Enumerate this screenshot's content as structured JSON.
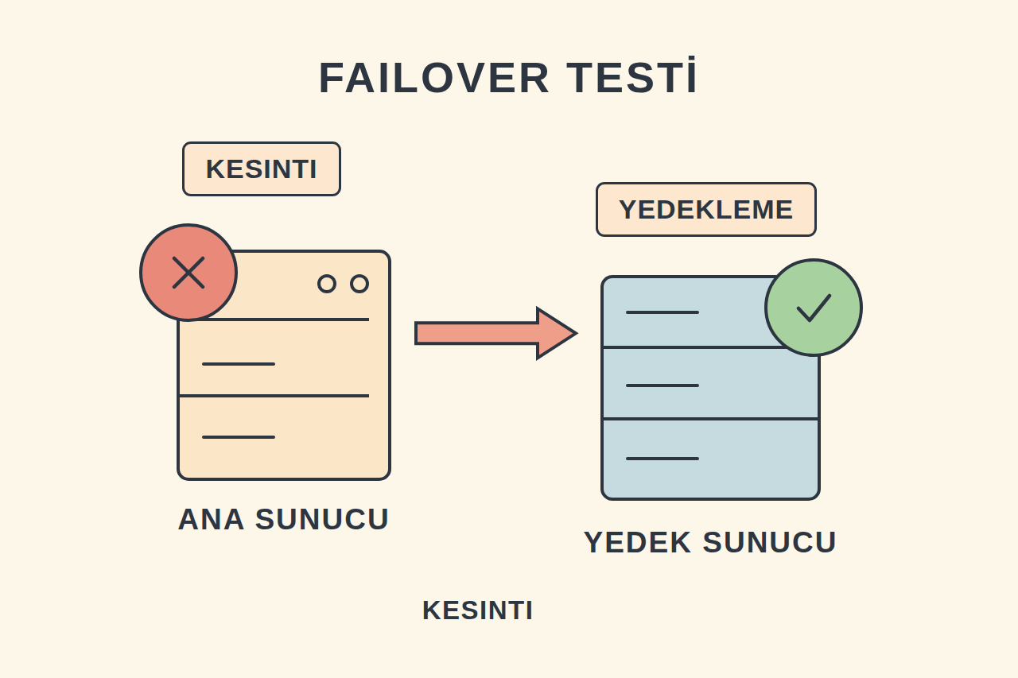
{
  "diagram": {
    "title": "FAILOVER TESTİ",
    "nodes": [
      {
        "text": [
          "KESINTI"
        ]
      },
      {
        "text": [
          "ANA SUNUCU"
        ]
      },
      {
        "text": [
          "YEDEKLEME"
        ]
      },
      {
        "text": [
          "YEDEK SUNUCU"
        ]
      }
    ],
    "edges": [
      {
        "from": 1,
        "to": 3,
        "arrow": "to"
      }
    ],
    "labels": [
      "KESINTI"
    ]
  }
}
